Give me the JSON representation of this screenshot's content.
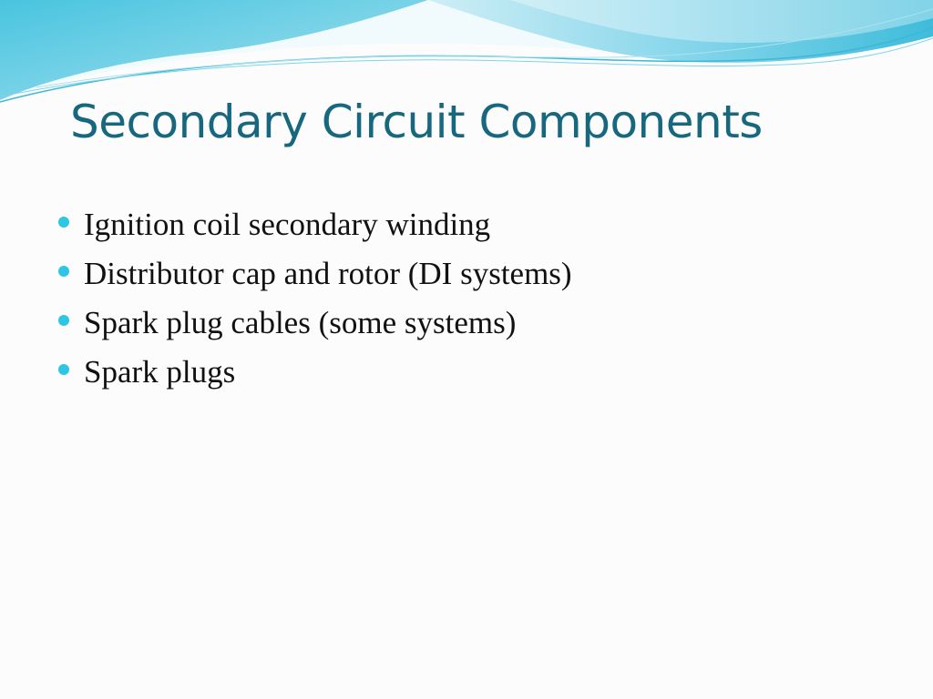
{
  "slide": {
    "title": "Secondary Circuit Components",
    "bullets": [
      "Ignition coil secondary winding",
      "Distributor cap and rotor (DI systems)",
      "Spark plug cables (some systems)",
      "Spark plugs"
    ]
  },
  "colors": {
    "title": "#17687e",
    "bullet": "#2ec6e2",
    "text": "#111111",
    "wave_light": "#bfeaf3",
    "wave_mid": "#7fd4e8",
    "wave_dark": "#3bb8d6"
  },
  "decorations": {
    "header": "teal-wave-banner"
  }
}
